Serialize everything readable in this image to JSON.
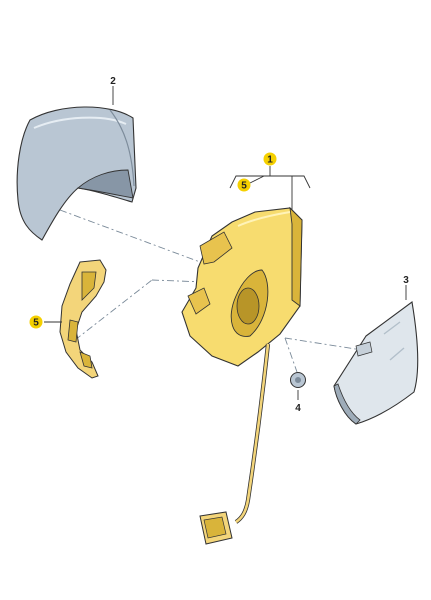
{
  "diagram": {
    "callouts": {
      "c1": "1",
      "c2": "2",
      "c3": "3",
      "c4": "4",
      "c5_top": "5",
      "c5_left": "5"
    },
    "colors": {
      "housing": "#f7dc6f",
      "housing_dark": "#d9b43a",
      "cover": "#b9c6d3",
      "cover_dark": "#8796a6",
      "glass": "#dfe6ec",
      "bracket": "#f3d57a",
      "badge": "#f5d000",
      "line": "#333333",
      "dash": "#7a8a99"
    }
  }
}
